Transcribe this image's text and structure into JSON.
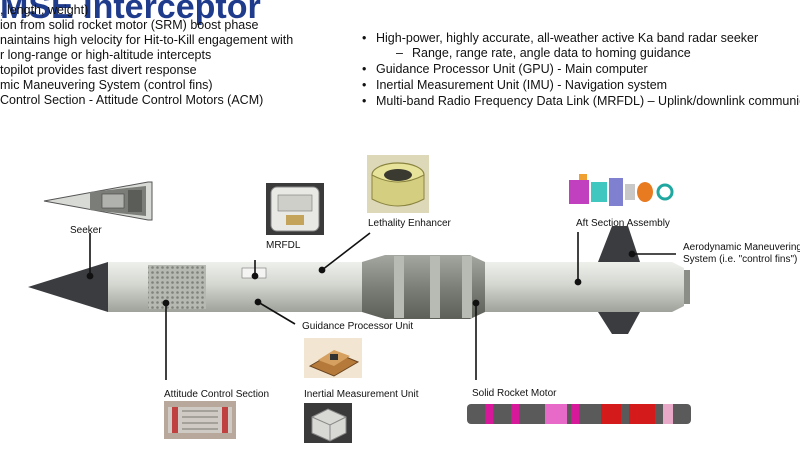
{
  "title": "MSE Interceptor",
  "left_bullets": [
    ", length, weight)",
    "ion from solid rocket motor (SRM) boost phase",
    "naintains high velocity for Hit-to-Kill engagement with",
    "r long-range or high-altitude intercepts",
    "topilot provides fast divert response",
    "mic Maneuvering System (control fins)",
    "Control Section - Attitude Control Motors (ACM)"
  ],
  "right_bullets": [
    {
      "text": "High-power, highly accurate, all-weather active Ka band radar seeker",
      "level": 1
    },
    {
      "text": "Range, range rate, angle data to homing guidance",
      "level": 2
    },
    {
      "text": "Guidance Processor Unit (GPU) - Main computer",
      "level": 1
    },
    {
      "text": "Inertial Measurement Unit (IMU) - Navigation system",
      "level": 1
    },
    {
      "text": "Multi-band Radio Frequency Data Link (MRFDL) – Uplink/downlink communications",
      "level": 1
    }
  ],
  "bullet_glyph": "•",
  "dash_glyph": "–",
  "labels": {
    "seeker": "Seeker",
    "mrfdl": "MRFDL",
    "lethality": "Lethality Enhancer",
    "aft": "Aft Section Assembly",
    "aero_line1": "Aerodynamic Maneuvering",
    "aero_line2": "System (i.e. \"control fins\")",
    "gpu": "Guidance Processor Unit",
    "acs": "Attitude Control Section",
    "imu": "Inertial Measurement Unit",
    "srm": "Solid Rocket Motor"
  },
  "colors": {
    "title": "#1f3b8c",
    "body": "#d4d6d0",
    "accent_magenta": "#d8189a",
    "accent_red": "#d41a1a"
  }
}
